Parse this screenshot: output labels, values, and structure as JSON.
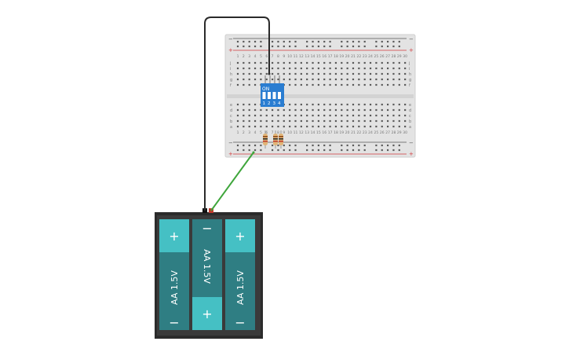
{
  "breadboard": {
    "columns": 30,
    "rail_plus": "+",
    "rail_minus": "−",
    "rows_top": [
      "a",
      "b",
      "c",
      "d",
      "e"
    ],
    "rows_bottom": [
      "f",
      "g",
      "h",
      "i",
      "j"
    ],
    "column_numbers": [
      "1",
      "2",
      "3",
      "4",
      "5",
      "6",
      "7",
      "8",
      "9",
      "10",
      "11",
      "12",
      "13",
      "14",
      "15",
      "16",
      "17",
      "18",
      "19",
      "20",
      "21",
      "22",
      "23",
      "24",
      "25",
      "26",
      "27",
      "28",
      "29",
      "30"
    ]
  },
  "dip_switch": {
    "on_label": "ON",
    "numbers": [
      "1",
      "2",
      "3",
      "4"
    ]
  },
  "battery_pack": {
    "cells": [
      {
        "label": "AA 1.5V",
        "plus": "+",
        "minus": "−"
      },
      {
        "label": "AA 1.5V",
        "plus": "+",
        "minus": "−"
      },
      {
        "label": "AA 1.5V",
        "plus": "+",
        "minus": "−"
      }
    ]
  },
  "colors": {
    "board": "#e3e3e3",
    "rail_red": "#d1393b",
    "rail_dark": "#555555",
    "dip_blue": "#2a7dd1",
    "battery_case": "#2b2b2b",
    "cell_teal": "#2f7e83",
    "cell_cap": "#45c0c4",
    "wire_black": "#2a2a2a",
    "wire_green": "#3fa63c"
  }
}
